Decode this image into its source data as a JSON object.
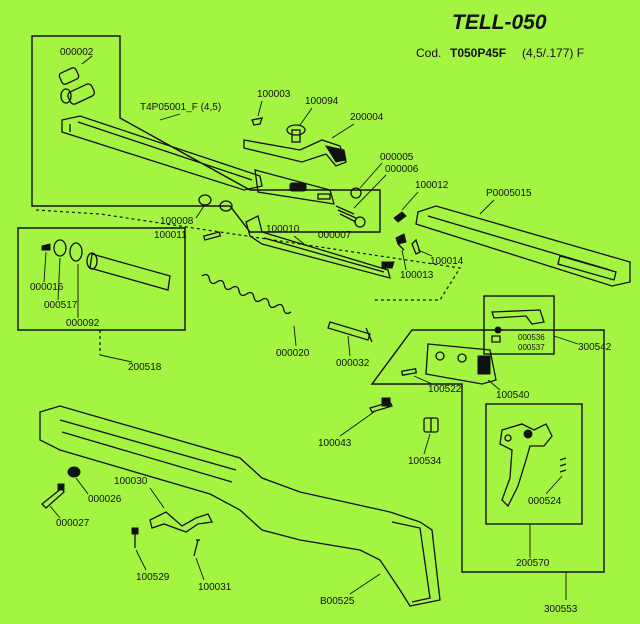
{
  "header": {
    "title": "TELL-050",
    "code_prefix": "Cod.",
    "code_value": "T050P45F",
    "code_suffix": "(4,5/.177)  F"
  },
  "labels": {
    "p000002": "000002",
    "p100003": "100003",
    "p100094": "100094",
    "p200004": "200004",
    "pT4P05001": "T4P05001_F (4,5)",
    "p000005": "000005",
    "p000006": "000006",
    "p000007": "000007",
    "p100012": "100012",
    "pP0005015": "P0005015",
    "p100008": "100008",
    "p100011": "100011",
    "p100010": "100010",
    "p100013": "100013",
    "p100014": "100014",
    "p000016": "000016",
    "p000517": "000517",
    "p000092": "000092",
    "p200518": "200518",
    "p000020": "000020",
    "p000032": "000032",
    "p000536": "000536",
    "p000537": "000537",
    "p300542": "300542",
    "p100522": "100522",
    "p100540": "100540",
    "p100043": "100043",
    "p100534": "100534",
    "p000524": "000524",
    "p200570": "200570",
    "p300553": "300553",
    "p000026": "000026",
    "p000027": "000027",
    "p100030": "100030",
    "p100529": "100529",
    "p100031": "100031",
    "pB00525": "B00525"
  }
}
